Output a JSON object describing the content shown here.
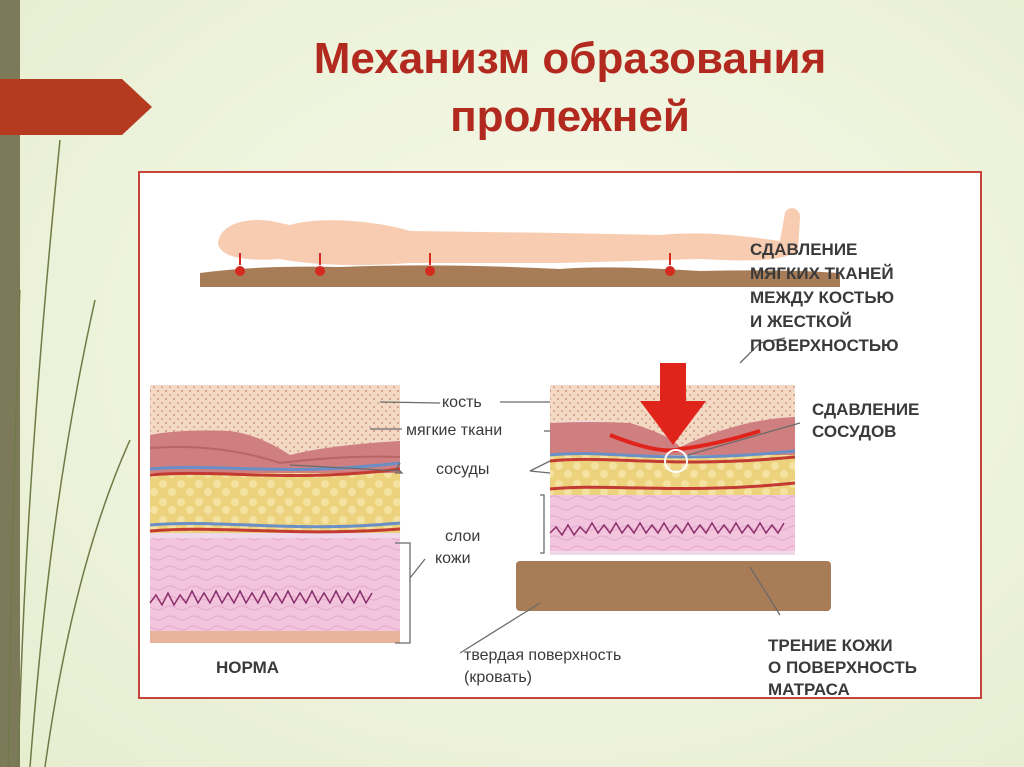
{
  "slide": {
    "title_line1": "Механизм образования",
    "title_line2": "пролежней"
  },
  "labels": {
    "compression_soft_tissue": [
      "СДАВЛЕНИЕ",
      "МЯГКИХ ТКАНЕЙ",
      "МЕЖДУ КОСТЬЮ",
      "И ЖЕСТКОЙ",
      "ПОВЕРХНОСТЬЮ"
    ],
    "bone": "кость",
    "soft_tissue": "мягкие ткани",
    "vessels": "сосуды",
    "skin_layers": [
      "слои",
      "кожи"
    ],
    "compression_vessels": [
      "СДАВЛЕНИЕ",
      "СОСУДОВ"
    ],
    "hard_surface": [
      "твердая поверхность",
      "(кровать)"
    ],
    "skin_friction": [
      "ТРЕНИЕ КОЖИ",
      "О ПОВЕРХНОСТЬ",
      "МАТРАСА"
    ],
    "normal": "НОРМА"
  },
  "colors": {
    "title": "#b22a1f",
    "frame": "#c6453a",
    "arrow": "#e0241c",
    "mattress": "#a87c57",
    "skin_body": "#f7ccb0",
    "bone": "#f3d9c4",
    "muscle": "#cf7f80",
    "fat": "#ecd27c",
    "dermis": "#f2c4de",
    "label_text": "#3a3a3a"
  }
}
